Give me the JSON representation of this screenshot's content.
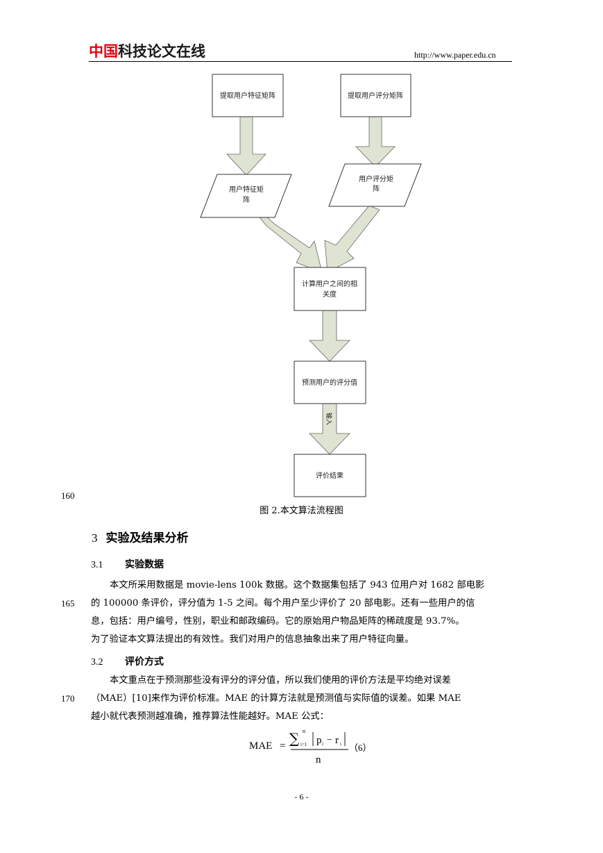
{
  "header": {
    "logo_red": "中国",
    "logo_black": "科技论文在线",
    "url": "http://www.paper.edu.cn"
  },
  "flowchart": {
    "box_user_feature": "提取用户特征矩阵",
    "box_user_rating": "提取用户评分矩阵",
    "para_feature_line1": "用户特征矩",
    "para_feature_line2": "阵",
    "para_rating_line1": "用户评分矩",
    "para_rating_line2": "阵",
    "box_similarity_line1": "计算用户之间的相",
    "box_similarity_line2": "关度",
    "box_predict": "预测用户的评分值",
    "arrow_label": "输入",
    "box_result": "评价结果"
  },
  "line_numbers": {
    "n160": "160",
    "n165": "165",
    "n170": "170"
  },
  "caption": "图 2.本文算法流程图",
  "section3": {
    "num": "3",
    "title": "实验及结果分析"
  },
  "sub31": {
    "num": "3.1",
    "title": "实验数据",
    "line1": "本文所采用数据是 movie-lens 100k 数据。这个数据集包括了 943 位用户对 1682 部电影",
    "line2": "的 100000 条评价，评分值为 1-5 之间。每个用户至少评价了 20 部电影。还有一些用户的信",
    "line3": "息，包括：用户编号，性别，职业和邮政编码。它的原始用户物品矩阵的稀疏度是 93.7%。",
    "line4": "为了验证本文算法提出的有效性。我们对用户的信息抽象出来了用户特征向量。"
  },
  "sub32": {
    "num": "3.2",
    "title": "评价方式",
    "line1": "本文重点在于预测那些没有评分的评分值，所以我们使用的评价方法是平均绝对误差",
    "line2": "（MAE）[10]来作为评价标准。MAE 的计算方法就是预测值与实际值的误差。如果 MAE",
    "line3": "越小就代表预测越准确，推荐算法性能越好。MAE 公式："
  },
  "formula": {
    "lhs": "MAE",
    "eq": "=",
    "sum": "∑",
    "sup": "n",
    "sub": "i=1",
    "body_p": "p",
    "body_r": "r",
    "idx": "i",
    "minus": "−",
    "denom": "n",
    "number": "（6）"
  },
  "page_number": "- 6 -"
}
